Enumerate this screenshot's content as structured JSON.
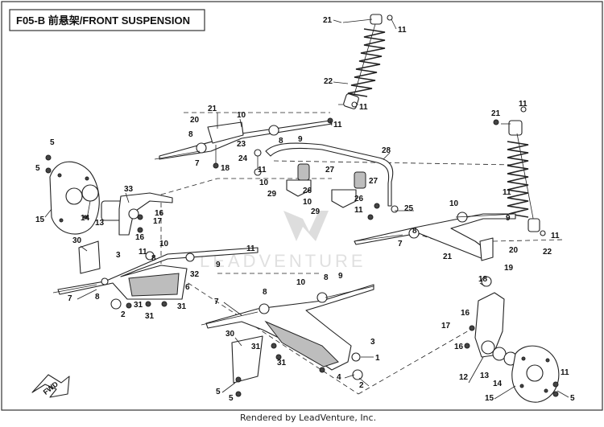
{
  "title": "F05-B 前悬架/FRONT SUSPENSION",
  "watermark": "LEADVENTURE",
  "direction_label": "FWD",
  "footer": "Rendered by LeadVenture, Inc.",
  "callouts": [
    {
      "num": "21"
    },
    {
      "num": "11"
    },
    {
      "num": "22"
    },
    {
      "num": "11"
    },
    {
      "num": "21"
    },
    {
      "num": "10"
    },
    {
      "num": "20"
    },
    {
      "num": "11"
    },
    {
      "num": "8"
    },
    {
      "num": "9"
    },
    {
      "num": "8"
    },
    {
      "num": "23"
    },
    {
      "num": "7"
    },
    {
      "num": "18"
    },
    {
      "num": "24"
    },
    {
      "num": "28"
    },
    {
      "num": "11"
    },
    {
      "num": "27"
    },
    {
      "num": "10"
    },
    {
      "num": "26"
    },
    {
      "num": "29"
    },
    {
      "num": "27"
    },
    {
      "num": "10"
    },
    {
      "num": "26"
    },
    {
      "num": "29"
    },
    {
      "num": "11"
    },
    {
      "num": "25"
    },
    {
      "num": "21"
    },
    {
      "num": "11"
    },
    {
      "num": "22"
    },
    {
      "num": "11"
    },
    {
      "num": "10"
    },
    {
      "num": "11"
    },
    {
      "num": "9"
    },
    {
      "num": "8"
    },
    {
      "num": "7"
    },
    {
      "num": "20"
    },
    {
      "num": "21"
    },
    {
      "num": "19"
    },
    {
      "num": "5"
    },
    {
      "num": "5"
    },
    {
      "num": "33"
    },
    {
      "num": "16"
    },
    {
      "num": "17"
    },
    {
      "num": "14"
    },
    {
      "num": "13"
    },
    {
      "num": "15"
    },
    {
      "num": "16"
    },
    {
      "num": "30"
    },
    {
      "num": "3"
    },
    {
      "num": "11"
    },
    {
      "num": "10"
    },
    {
      "num": "11"
    },
    {
      "num": "8"
    },
    {
      "num": "7"
    },
    {
      "num": "8"
    },
    {
      "num": "32"
    },
    {
      "num": "9"
    },
    {
      "num": "6"
    },
    {
      "num": "31"
    },
    {
      "num": "31"
    },
    {
      "num": "2"
    },
    {
      "num": "31"
    },
    {
      "num": "8"
    },
    {
      "num": "10"
    },
    {
      "num": "8"
    },
    {
      "num": "9"
    },
    {
      "num": "7"
    },
    {
      "num": "18"
    },
    {
      "num": "16"
    },
    {
      "num": "17"
    },
    {
      "num": "16"
    },
    {
      "num": "30"
    },
    {
      "num": "31"
    },
    {
      "num": "31"
    },
    {
      "num": "3"
    },
    {
      "num": "1"
    },
    {
      "num": "2"
    },
    {
      "num": "4"
    },
    {
      "num": "12"
    },
    {
      "num": "13"
    },
    {
      "num": "14"
    },
    {
      "num": "5"
    },
    {
      "num": "5"
    },
    {
      "num": "15"
    },
    {
      "num": "5"
    },
    {
      "num": "11"
    }
  ]
}
